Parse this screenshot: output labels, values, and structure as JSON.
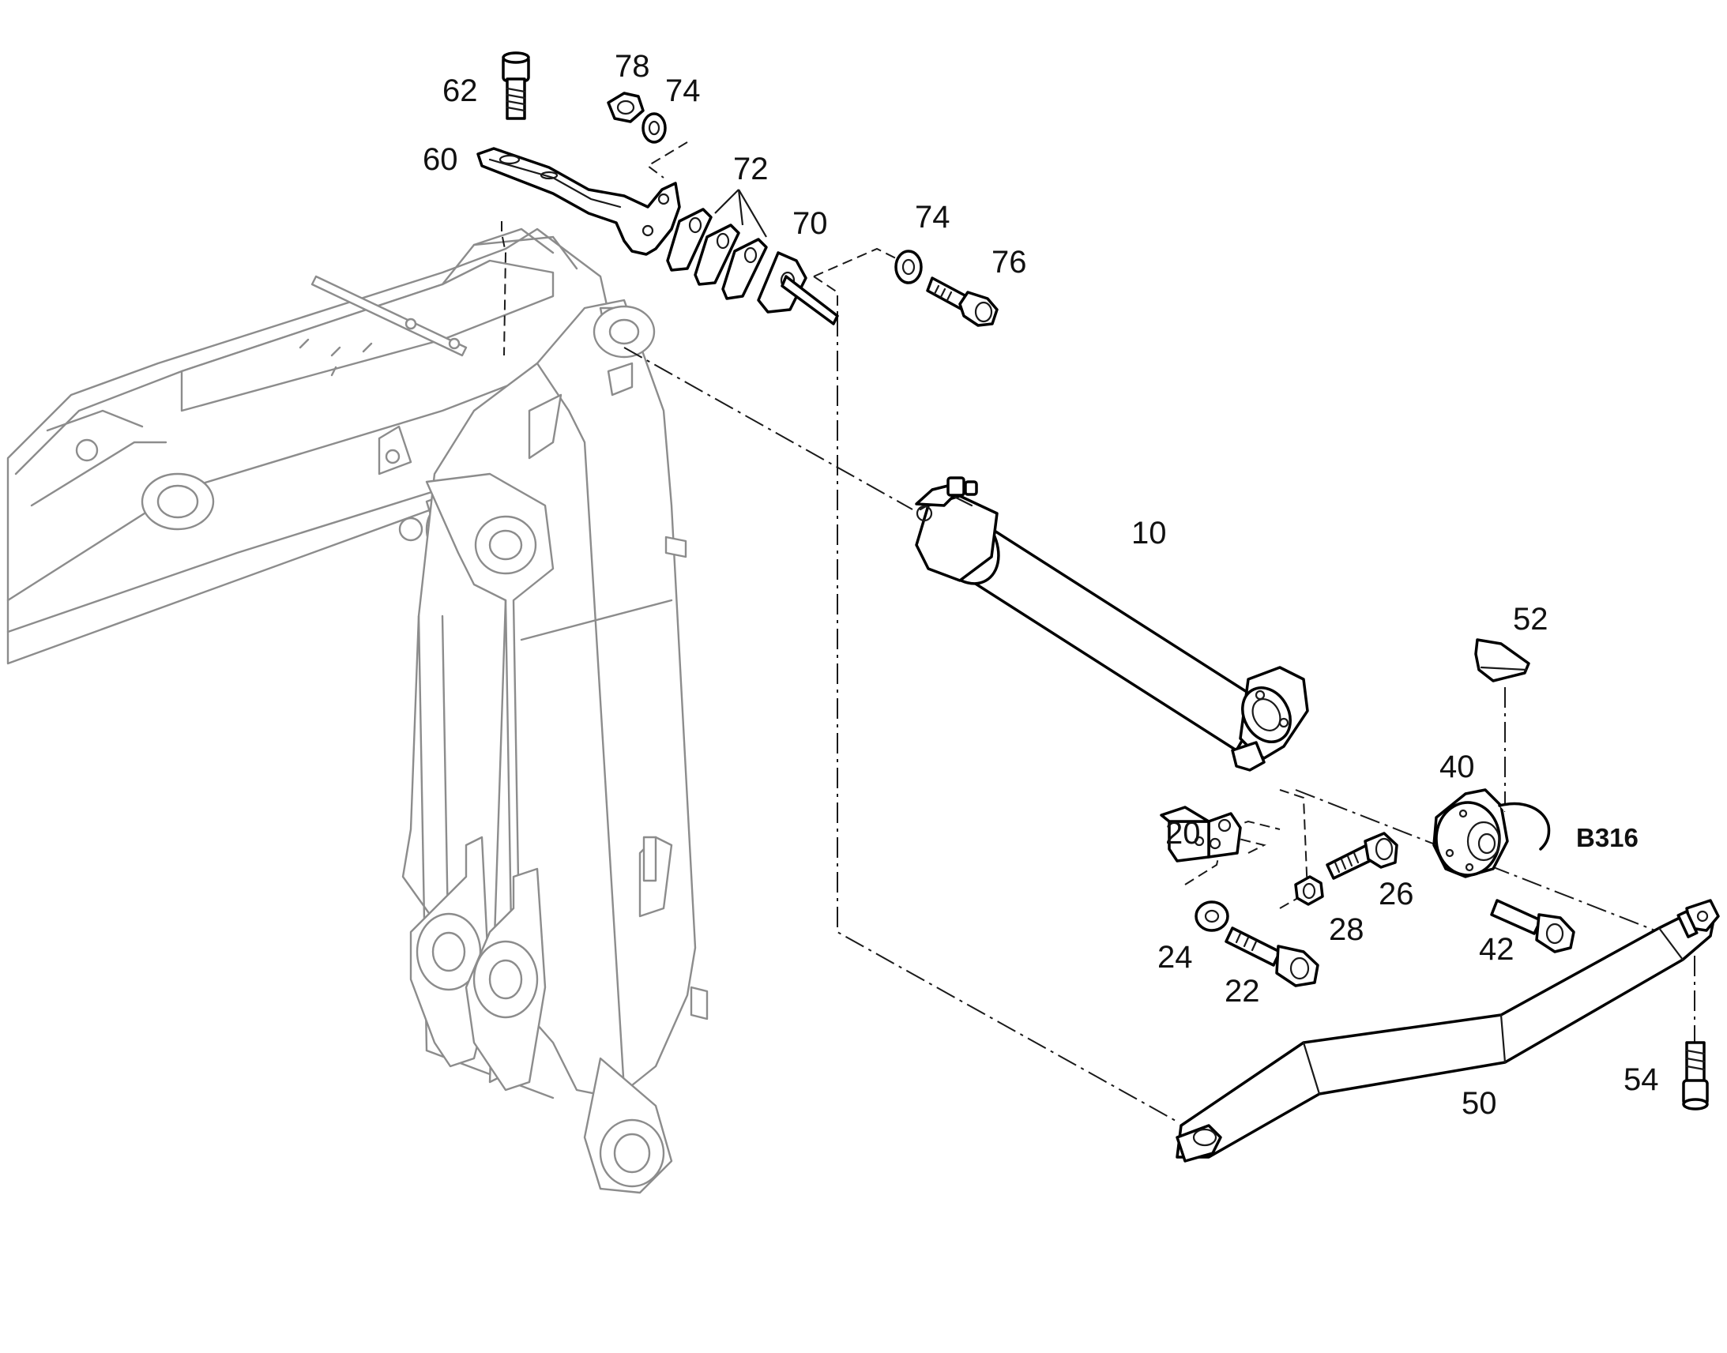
{
  "diagram": {
    "callouts": {
      "c10": "10",
      "c20": "20",
      "c22": "22",
      "c24": "24",
      "c26": "26",
      "c28": "28",
      "c40": "40",
      "c42": "42",
      "c50": "50",
      "c52": "52",
      "c54": "54",
      "c60": "60",
      "c62": "62",
      "c70": "70",
      "c72": "72",
      "c74a": "74",
      "c74b": "74",
      "c76": "76",
      "c78": "78",
      "ref": "B316"
    }
  }
}
